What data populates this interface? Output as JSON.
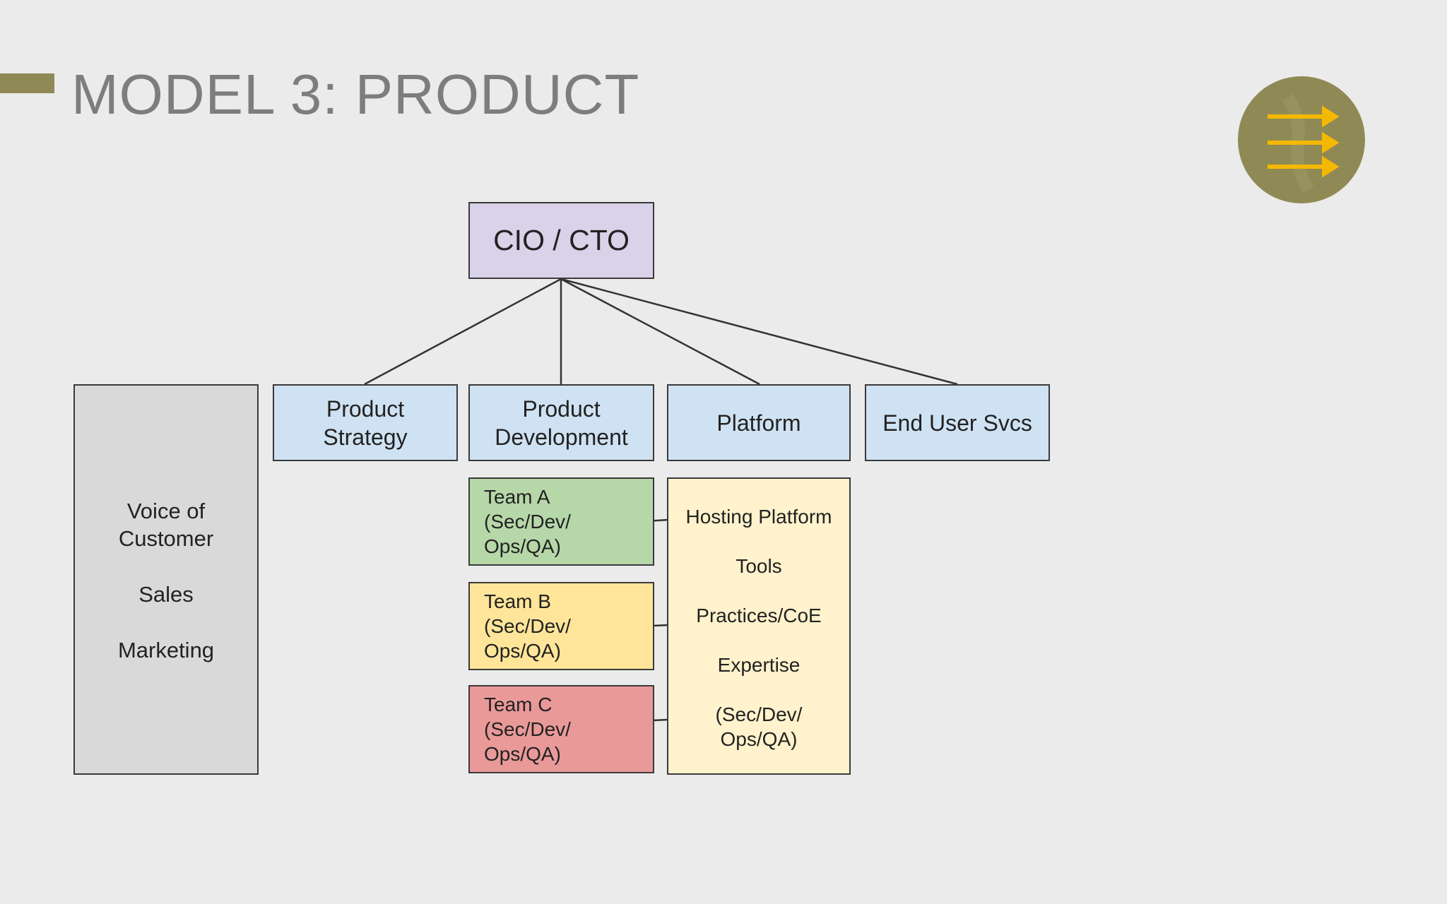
{
  "slide": {
    "title": "MODEL 3: PRODUCT"
  },
  "logo": {
    "icon": "triple-arrow-icon",
    "bg_color": "#8f8a55",
    "arrow_color": "#f5b800"
  },
  "org_chart": {
    "root": {
      "label": "CIO / CTO",
      "color": "#d9d2e9"
    },
    "departments": [
      {
        "label": "Product\nStrategy",
        "color": "#cfe2f3"
      },
      {
        "label": "Product\nDevelopment",
        "color": "#cfe2f3"
      },
      {
        "label": "Platform",
        "color": "#cfe2f3"
      },
      {
        "label": "End User Svcs",
        "color": "#cfe2f3"
      }
    ],
    "voice_of_customer": {
      "items": [
        "Voice of\nCustomer",
        "Sales",
        "Marketing"
      ],
      "color": "#d9d9d9"
    },
    "teams": [
      {
        "label": "Team A\n(Sec/Dev/\nOps/QA)",
        "color": "#b6d7a8"
      },
      {
        "label": "Team B\n(Sec/Dev/\nOps/QA)",
        "color": "#ffe599"
      },
      {
        "label": "Team C\n(Sec/Dev/\nOps/QA)",
        "color": "#ea9999"
      }
    ],
    "platform_services": {
      "items": [
        "Hosting Platform",
        "Tools",
        "Practices/CoE",
        "Expertise",
        "(Sec/Dev/\nOps/QA)"
      ],
      "color": "#fff2cc"
    }
  }
}
